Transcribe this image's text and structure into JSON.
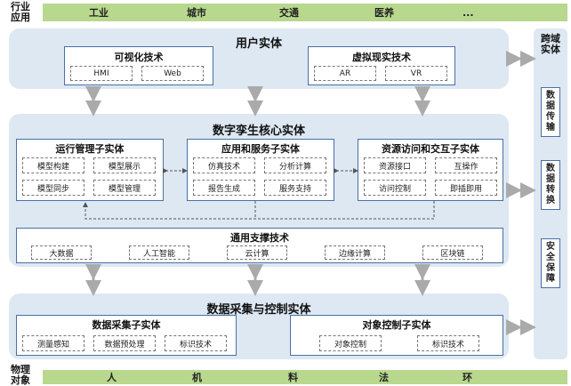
{
  "top": {
    "label_line1": "行业",
    "label_line2": "应用",
    "items": [
      "工业",
      "城市",
      "交通",
      "医养",
      "..."
    ]
  },
  "user_entity": {
    "title": "用户实体",
    "visual": {
      "title": "可视化技术",
      "items": [
        "HMI",
        "Web"
      ]
    },
    "vr": {
      "title": "虚拟现实技术",
      "items": [
        "AR",
        "VR"
      ]
    }
  },
  "core": {
    "title": "数字孪生核心实体",
    "ops": {
      "title": "运行管理子实体",
      "items": [
        "模型构建",
        "模型展示",
        "模型同步",
        "模型管理"
      ]
    },
    "app": {
      "title": "应用和服务子实体",
      "items": [
        "仿真技术",
        "分析计算",
        "报告生成",
        "服务支持"
      ]
    },
    "res": {
      "title": "资源访问和交互子实体",
      "items": [
        "资源接口",
        "互操作",
        "访问控制",
        "即插即用"
      ]
    },
    "support": {
      "title": "通用支撑技术",
      "items": [
        "大数据",
        "人工智能",
        "云计算",
        "边缘计算",
        "区块链"
      ]
    }
  },
  "collect": {
    "title": "数据采集与控制实体",
    "data": {
      "title": "数据采集子实体",
      "items": [
        "测量感知",
        "数据预处理",
        "标识技术"
      ]
    },
    "control": {
      "title": "对象控制子实体",
      "items": [
        "对象控制",
        "标识技术"
      ]
    }
  },
  "cross": {
    "title_line1": "跨域",
    "title_line2": "实体",
    "boxes": [
      [
        "数",
        "据",
        "传",
        "输"
      ],
      [
        "数",
        "据",
        "转",
        "换"
      ],
      [
        "安",
        "全",
        "保",
        "障"
      ]
    ]
  },
  "bottom": {
    "label_line1": "物理",
    "label_line2": "对象",
    "items": [
      "人",
      "机",
      "料",
      "法",
      "环"
    ]
  },
  "colors": {
    "green_bar": "#b8d88e",
    "panel": "#dde8f3",
    "arrow": "#aaaaaa",
    "border": "#4a6fa5"
  }
}
